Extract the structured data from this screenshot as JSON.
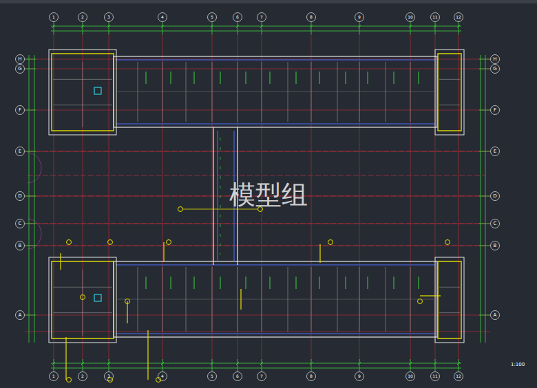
{
  "diagram": {
    "labels": [
      "模型组",
      "1:100",
      "1",
      "2",
      "3",
      "4",
      "5",
      "6",
      "7",
      "8",
      "9",
      "10",
      "11",
      "12",
      "1",
      "2",
      "3",
      "4",
      "5",
      "6",
      "7",
      "8",
      "9",
      "10",
      "11",
      "12",
      "H",
      "G",
      "F",
      "E",
      "D",
      "C",
      "B",
      "A",
      "H",
      "G",
      "F",
      "E",
      "D",
      "C",
      "B",
      "A"
    ]
  }
}
